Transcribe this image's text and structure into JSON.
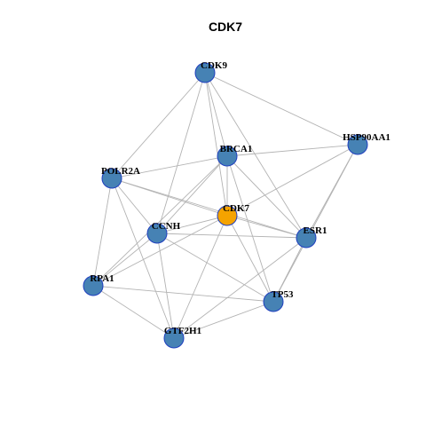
{
  "graph": {
    "title": "CDK7",
    "colors": {
      "hub": "#f5a300",
      "node": "#4682b4",
      "node_border": "#1f3fbf",
      "edge": "#b3b3b3"
    },
    "nodes": [
      {
        "id": "CDK9",
        "label": "CDK9",
        "hub": false
      },
      {
        "id": "HSP90AA1",
        "label": "HSP90AA1",
        "hub": false
      },
      {
        "id": "BRCA1",
        "label": "BRCA1",
        "hub": false
      },
      {
        "id": "POLR2A",
        "label": "POLR2A",
        "hub": false
      },
      {
        "id": "CDK7",
        "label": "CDK7",
        "hub": true
      },
      {
        "id": "CCNH",
        "label": "CCNH",
        "hub": false
      },
      {
        "id": "ESR1",
        "label": "ESR1",
        "hub": false
      },
      {
        "id": "RPA1",
        "label": "RPA1",
        "hub": false
      },
      {
        "id": "TP53",
        "label": "TP53",
        "hub": false
      },
      {
        "id": "GTF2H1",
        "label": "GTF2H1",
        "hub": false
      }
    ],
    "edges": [
      [
        "CDK9",
        "HSP90AA1"
      ],
      [
        "CDK9",
        "BRCA1"
      ],
      [
        "CDK9",
        "POLR2A"
      ],
      [
        "CDK9",
        "CDK7"
      ],
      [
        "CDK9",
        "CCNH"
      ],
      [
        "CDK9",
        "ESR1"
      ],
      [
        "HSP90AA1",
        "BRCA1"
      ],
      [
        "HSP90AA1",
        "CDK7"
      ],
      [
        "HSP90AA1",
        "ESR1"
      ],
      [
        "HSP90AA1",
        "TP53"
      ],
      [
        "BRCA1",
        "POLR2A"
      ],
      [
        "BRCA1",
        "CDK7"
      ],
      [
        "BRCA1",
        "CCNH"
      ],
      [
        "BRCA1",
        "ESR1"
      ],
      [
        "BRCA1",
        "TP53"
      ],
      [
        "BRCA1",
        "RPA1"
      ],
      [
        "POLR2A",
        "CDK7"
      ],
      [
        "POLR2A",
        "CCNH"
      ],
      [
        "POLR2A",
        "ESR1"
      ],
      [
        "POLR2A",
        "RPA1"
      ],
      [
        "POLR2A",
        "GTF2H1"
      ],
      [
        "CDK7",
        "CCNH"
      ],
      [
        "CDK7",
        "ESR1"
      ],
      [
        "CDK7",
        "TP53"
      ],
      [
        "CDK7",
        "GTF2H1"
      ],
      [
        "CDK7",
        "RPA1"
      ],
      [
        "CCNH",
        "ESR1"
      ],
      [
        "CCNH",
        "TP53"
      ],
      [
        "CCNH",
        "GTF2H1"
      ],
      [
        "CCNH",
        "RPA1"
      ],
      [
        "ESR1",
        "TP53"
      ],
      [
        "ESR1",
        "GTF2H1"
      ],
      [
        "RPA1",
        "TP53"
      ],
      [
        "RPA1",
        "GTF2H1"
      ],
      [
        "TP53",
        "GTF2H1"
      ]
    ]
  }
}
